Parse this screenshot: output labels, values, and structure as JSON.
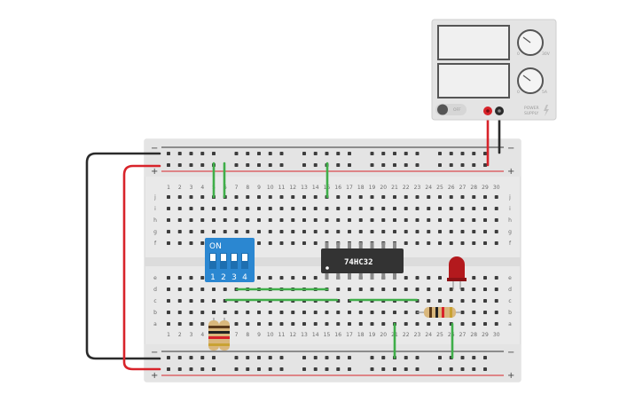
{
  "breadboard": {
    "columns": [
      "1",
      "2",
      "3",
      "4",
      "5",
      "6",
      "7",
      "8",
      "9",
      "10",
      "11",
      "12",
      "13",
      "14",
      "15",
      "16",
      "17",
      "18",
      "19",
      "20",
      "21",
      "22",
      "23",
      "24",
      "25",
      "26",
      "27",
      "28",
      "29",
      "30"
    ],
    "top_rows": [
      "j",
      "i",
      "h",
      "g",
      "f"
    ],
    "bottom_rows": [
      "e",
      "d",
      "c",
      "b",
      "a"
    ],
    "rail_minus": "−",
    "rail_plus": "+"
  },
  "ic": {
    "label": "74HC32"
  },
  "dip_switch": {
    "on_label": "ON",
    "numbers": [
      "1",
      "2",
      "3",
      "4"
    ]
  },
  "power_supply": {
    "off_label": "OFF",
    "brand_line1": "POWER",
    "brand_line2": "SUPPLY",
    "v_scale_low": "0",
    "v_scale_high": "30V",
    "a_scale_low": "0",
    "a_scale_high": "5A"
  },
  "colors": {
    "board": "#e9e9e9",
    "hole": "#3d3d3d",
    "wire_green": "#3fae49",
    "wire_red": "#d8232a",
    "wire_black": "#2b2b2b",
    "chip": "#333333",
    "dip": "#2b87d1",
    "led": "#b3191d"
  }
}
